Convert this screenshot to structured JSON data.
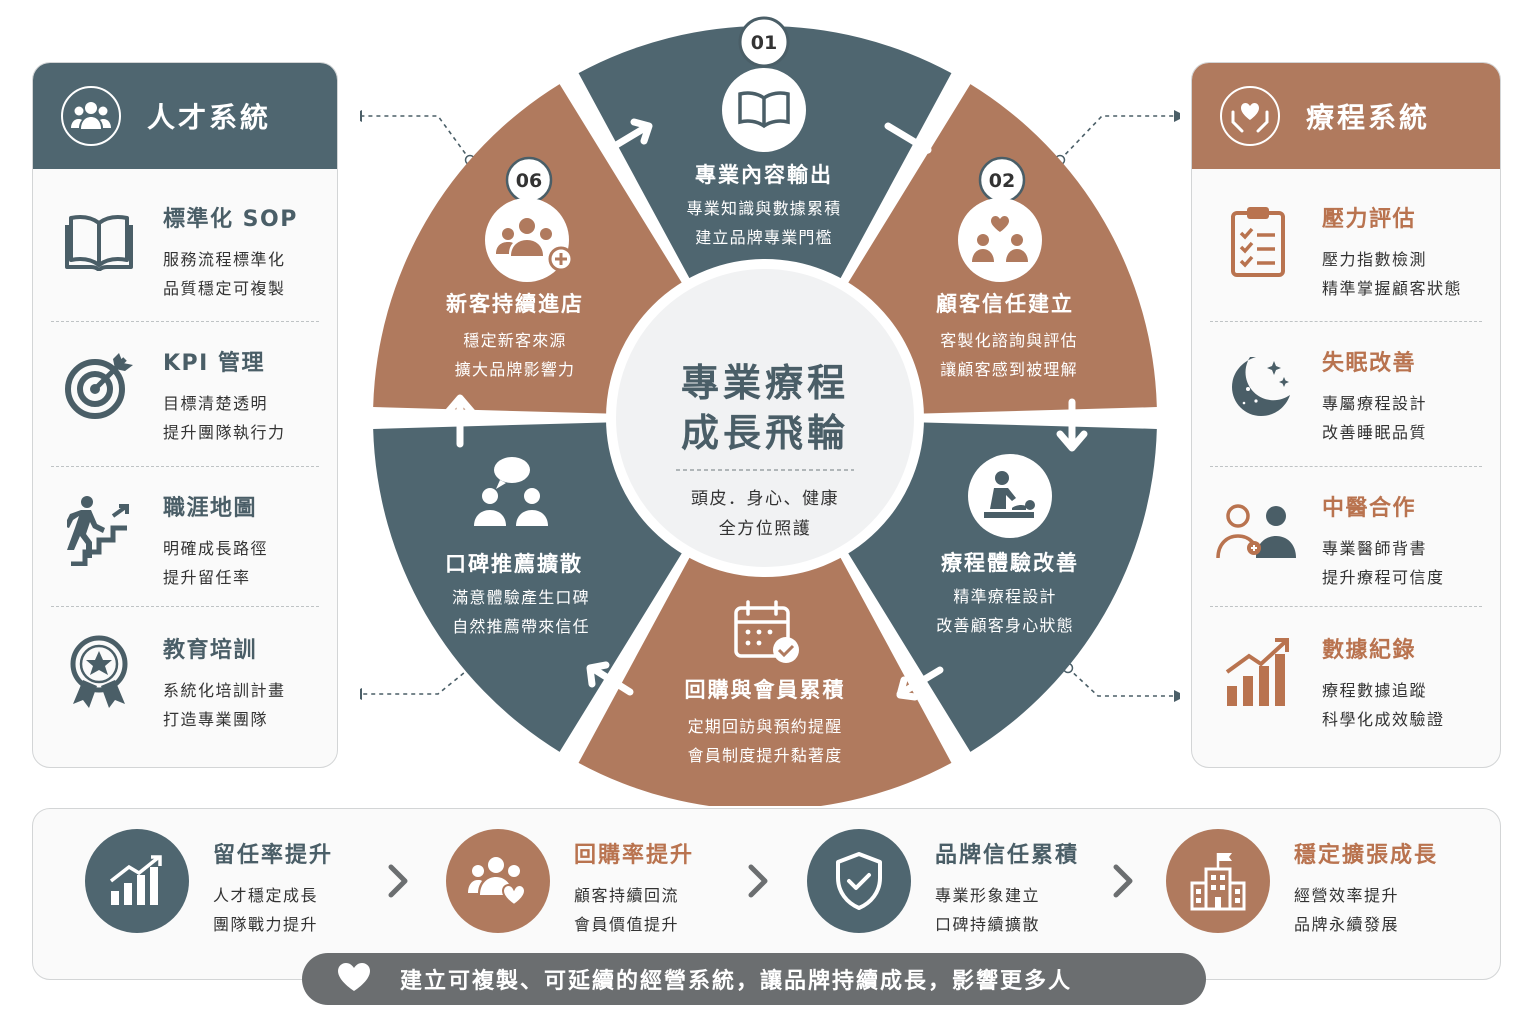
{
  "talent_panel": {
    "title": "人才系統",
    "icon": "team-icon",
    "items": [
      {
        "title": "標準化 SOP",
        "lines": [
          "服務流程標準化",
          "品質穩定可複製"
        ],
        "icon": "book-icon"
      },
      {
        "title": "KPI 管理",
        "lines": [
          "目標清楚透明",
          "提升團隊執行力"
        ],
        "icon": "target-icon"
      },
      {
        "title": "職涯地圖",
        "lines": [
          "明確成長路徑",
          "提升留任率"
        ],
        "icon": "career-stairs-icon"
      },
      {
        "title": "教育培訓",
        "lines": [
          "系統化培訓計畫",
          "打造專業團隊"
        ],
        "icon": "award-ribbon-icon"
      }
    ]
  },
  "treatment_panel": {
    "title": "療程系統",
    "icon": "heart-hands-icon",
    "items": [
      {
        "title": "壓力評估",
        "lines": [
          "壓力指數檢測",
          "精準掌握顧客狀態"
        ],
        "icon": "clipboard-checklist-icon"
      },
      {
        "title": "失眠改善",
        "lines": [
          "專屬療程設計",
          "改善睡眠品質"
        ],
        "icon": "moon-stars-icon"
      },
      {
        "title": "中醫合作",
        "lines": [
          "專業醫師背書",
          "提升療程可信度"
        ],
        "icon": "doctors-icon"
      },
      {
        "title": "數據紀錄",
        "lines": [
          "療程數據追蹤",
          "科學化成效驗證"
        ],
        "icon": "growth-chart-icon"
      }
    ]
  },
  "flywheel": {
    "center_title": [
      "專業療程",
      "成長飛輪"
    ],
    "center_sub": [
      "頭皮．身心、健康",
      "全方位照護"
    ],
    "segments": [
      {
        "number": "01",
        "title": "專業內容輸出",
        "lines": [
          "專業知識與數據累積",
          "建立品牌專業門檻"
        ],
        "icon": "open-book-icon"
      },
      {
        "number": "02",
        "title": "顧客信任建立",
        "lines": [
          "客製化諮詢與評估",
          "讓顧客感到被理解"
        ],
        "icon": "heart-people-icon"
      },
      {
        "number": "",
        "title": "療程體驗改善",
        "lines": [
          "精準療程設計",
          "改善顧客身心狀態"
        ],
        "icon": "massage-icon"
      },
      {
        "number": "",
        "title": "回購與會員累積",
        "lines": [
          "定期回訪與預約提醒",
          "會員制度提升黏著度"
        ],
        "icon": "calendar-check-icon"
      },
      {
        "number": "",
        "title": "口碑推薦擴散",
        "lines": [
          "滿意體驗產生口碑",
          "自然推薦帶來信任"
        ],
        "icon": "speech-people-icon"
      },
      {
        "number": "06",
        "title": "新客持續進店",
        "lines": [
          "穩定新客來源",
          "擴大品牌影響力"
        ],
        "icon": "add-people-icon"
      }
    ]
  },
  "outcomes": [
    {
      "title": "留任率提升",
      "lines": [
        "人才穩定成長",
        "團隊戰力提升"
      ],
      "icon": "rising-chart-icon",
      "color": "#4f6670",
      "title_color": "#4a5e67"
    },
    {
      "title": "回購率提升",
      "lines": [
        "顧客持續回流",
        "會員價值提升"
      ],
      "icon": "loyal-customers-icon",
      "color": "#b07a5e",
      "title_color": "#b9734f"
    },
    {
      "title": "品牌信任累積",
      "lines": [
        "專業形象建立",
        "口碑持續擴散"
      ],
      "icon": "shield-check-icon",
      "color": "#4f6670",
      "title_color": "#4a5e67"
    },
    {
      "title": "穩定擴張成長",
      "lines": [
        "經營效率提升",
        "品牌永續發展"
      ],
      "icon": "building-flag-icon",
      "color": "#b07a5e",
      "title_color": "#b9734f"
    }
  ],
  "banner": {
    "text": "建立可複製、可延續的經營系統，讓品牌持續成長，影響更多人",
    "icon": "heart-icon"
  },
  "colors": {
    "slate": "#4f6670",
    "terracotta": "#b07a5e",
    "center": "#f1f2f3"
  }
}
